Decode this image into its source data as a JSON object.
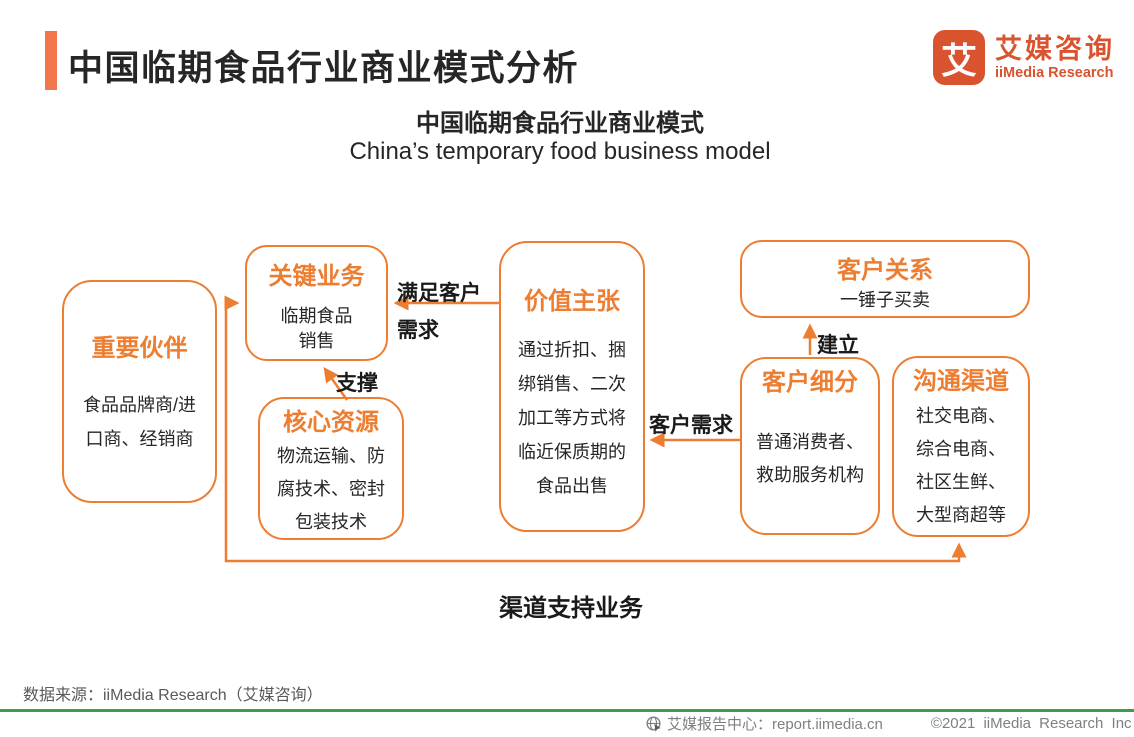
{
  "header": {
    "title": "中国临期食品行业商业模式分析",
    "logo": {
      "mark": "艾",
      "name_cn": "艾媒咨询",
      "name_en": "iiMedia Research"
    }
  },
  "subtitle": {
    "cn": "中国临期食品行业商业模式",
    "en": "China’s temporary food business model"
  },
  "diagram": {
    "boxes": [
      {
        "id": "important-partners",
        "title": "重要伙伴",
        "lines": [
          "食品品牌商/进",
          "口商、经销商"
        ]
      },
      {
        "id": "key-business",
        "title": "关键业务",
        "lines": [
          "临期食品",
          "销售"
        ]
      },
      {
        "id": "core-resources",
        "title": "核心资源",
        "lines": [
          "物流运输、防",
          "腐技术、密封",
          "包装技术"
        ]
      },
      {
        "id": "value-proposition",
        "title": "价值主张",
        "lines": [
          "通过折扣、捆",
          "绑销售、二次",
          "加工等方式将",
          "临近保质期的",
          "食品出售"
        ]
      },
      {
        "id": "customer-relations",
        "title": "客户关系",
        "lines": [
          "一锤子买卖"
        ]
      },
      {
        "id": "customer-segments",
        "title": "客户细分",
        "lines": [
          "普通消费者、",
          "救助服务机构"
        ]
      },
      {
        "id": "channels",
        "title": "沟通渠道",
        "lines": [
          "社交电商、",
          "综合电商、",
          "社区生鲜、",
          "大型商超等"
        ]
      }
    ],
    "labels": {
      "satisfy_line1": "满足客户",
      "satisfy_line2": "需求",
      "support": "支撑",
      "customer_demand": "客户需求",
      "establish": "建立",
      "channel_support": "渠道支持业务"
    }
  },
  "source": "数据来源：iiMedia Research（艾媒咨询）",
  "footer": {
    "report_center": "艾媒报告中心：report.iimedia.cn",
    "copyright": "©2021  iiMedia Research  Inc"
  },
  "colors": {
    "diagram_orange": "#ED7D31",
    "logo_red": "#D9532F",
    "accent_bar_orange": "#F2764B",
    "footer_green": "#3F9C4E",
    "text_dark": "#262626",
    "source_gray": "#595959",
    "footer_gray": "#7F7F7F"
  }
}
